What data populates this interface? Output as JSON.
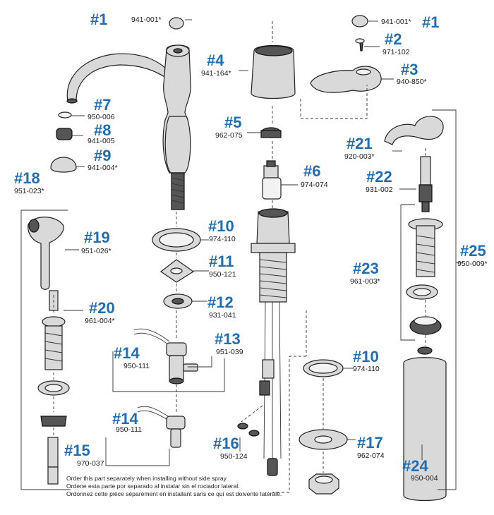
{
  "callouts": [
    {
      "num": "#1",
      "part": "941-001*"
    },
    {
      "num": "#1",
      "part": "941-001*"
    },
    {
      "num": "#2",
      "part": "971-102"
    },
    {
      "num": "#3",
      "part": "940-850*"
    },
    {
      "num": "#4",
      "part": "941-164*"
    },
    {
      "num": "#5",
      "part": "962-075"
    },
    {
      "num": "#6",
      "part": "974-074"
    },
    {
      "num": "#7",
      "part": "950-006"
    },
    {
      "num": "#8",
      "part": "941-005"
    },
    {
      "num": "#9",
      "part": "941-004*"
    },
    {
      "num": "#10",
      "part": "974-110"
    },
    {
      "num": "#10",
      "part": "974-110"
    },
    {
      "num": "#11",
      "part": "950-121"
    },
    {
      "num": "#12",
      "part": "931-041"
    },
    {
      "num": "#13",
      "part": "951-039"
    },
    {
      "num": "#14",
      "part": "950-111"
    },
    {
      "num": "#14",
      "part": "950-111"
    },
    {
      "num": "#15",
      "part": "970-037"
    },
    {
      "num": "#16",
      "part": "950-124"
    },
    {
      "num": "#17",
      "part": "962-074"
    },
    {
      "num": "#18",
      "part": "951-023*"
    },
    {
      "num": "#19",
      "part": "951-026*"
    },
    {
      "num": "#20",
      "part": "961-004*"
    },
    {
      "num": "#21",
      "part": "920-003*"
    },
    {
      "num": "#22",
      "part": "931-002"
    },
    {
      "num": "#23",
      "part": "961-003*"
    },
    {
      "num": "#24",
      "part": "950-004"
    },
    {
      "num": "#25",
      "part": "950-009*"
    }
  ],
  "notes": [
    "Order this part separately when installing without side spray.",
    "Ordene esta parte por separado al instalar sin el rociador lateral.",
    "Ordonnez cette pièce séparément en installant sans ce qui est doivente latérale."
  ],
  "colors": {
    "callout": "#1f6eb3"
  }
}
